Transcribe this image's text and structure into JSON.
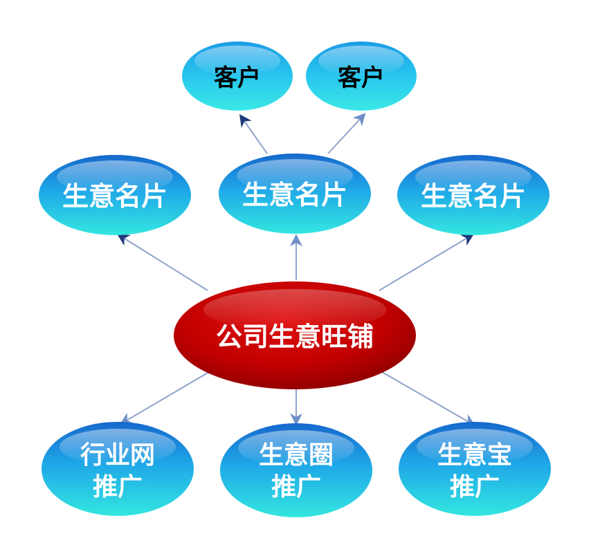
{
  "center": {
    "label": "公司生意旺铺"
  },
  "customers": [
    {
      "label": "客户"
    },
    {
      "label": "客户"
    }
  ],
  "cards": [
    {
      "label": "生意名片"
    },
    {
      "label": "生意名片"
    },
    {
      "label": "生意名片"
    }
  ],
  "promotions": [
    {
      "line1": "行业网",
      "line2": "推广"
    },
    {
      "line1": "生意圈",
      "line2": "推广"
    },
    {
      "line1": "生意宝",
      "line2": "推广"
    }
  ],
  "colors": {
    "center_fill": "#c00000",
    "node_fill_top": "#1a6fd0",
    "node_fill_bottom": "#2fe0e0",
    "arrow": "#7f93bf",
    "arrow_head": "#1f3a78"
  }
}
